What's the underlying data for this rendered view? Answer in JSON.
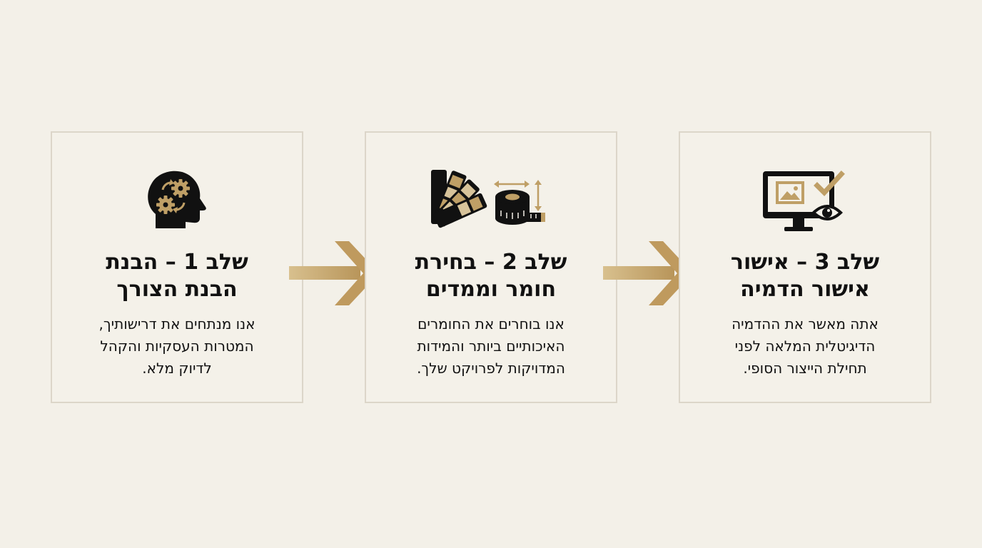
{
  "colors": {
    "background": "#f3f0e8",
    "card_border": "#dcd6c9",
    "gold": "#bf9f66",
    "ink": "#111111"
  },
  "steps": [
    {
      "icon": "head-gears-icon",
      "title_lines": [
        "שלב 1 – הבנת",
        "הבנת הצורך"
      ],
      "text_lines": [
        "אנו מנתחים את דרישותיך,",
        "המטרות העסקיות והקהל",
        "לדיוק מלא."
      ]
    },
    {
      "icon": "swatches-tape-measure-icon",
      "title_lines": [
        "שלב 2 –  בחירת",
        "חומר וממדים"
      ],
      "text_lines": [
        "אנו בוחרים את החומרים",
        "האיכותיים ביותר והמידות",
        "המדויקות לפרויקט שלך."
      ]
    },
    {
      "icon": "monitor-eye-check-icon",
      "title_lines": [
        "שלב 3 – אישור",
        "אישור הדמיה"
      ],
      "text_lines": [
        "אתה מאשר את ההדמיה",
        "הדיגיטלית המלאה לפני",
        "תחילת הייצור הסופי."
      ]
    }
  ]
}
